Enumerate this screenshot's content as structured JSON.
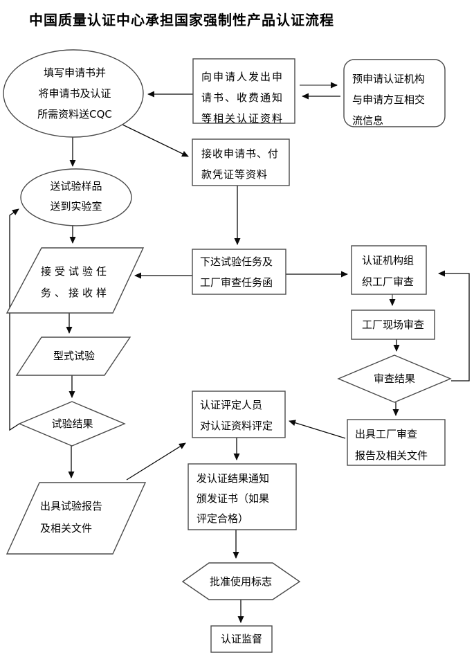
{
  "title": "中国质量认证中心承担国家强制性产品认证流程",
  "colors": {
    "background": "#ffffff",
    "line": "#0a0a0a",
    "gray_line": "#8c8c8c",
    "shape_border": "#4a4a4a",
    "text": "#000000"
  },
  "nodes": {
    "fill_application": {
      "shape": "ellipse",
      "label": "填写申请书并\n将申请书及认证\n所需资料送CQC"
    },
    "send_application": {
      "shape": "rect",
      "label": "向申请人发出申\n请书、收费通知\n等相关认证资料"
    },
    "pre_application": {
      "shape": "rounded-rect",
      "label": "预申请认证机构\n与申请方互相交\n流信息"
    },
    "receive_application": {
      "shape": "rect",
      "label": "接收申请书、付\n款凭证等资料"
    },
    "send_samples": {
      "shape": "ellipse",
      "label": "送试验样品\n送到实验室"
    },
    "issue_tasks": {
      "shape": "rect",
      "label": "下达试验任务及\n工厂审查任务函"
    },
    "accept_tasks": {
      "shape": "parallelogram",
      "label": "接受试验任\n务、接收样"
    },
    "cert_org_audit": {
      "shape": "rect",
      "label": "认证机构组\n织工厂审查"
    },
    "factory_onsite_audit": {
      "shape": "rect",
      "label": "工厂现场审查"
    },
    "type_test": {
      "shape": "parallelogram",
      "label": "型式试验"
    },
    "test_result": {
      "shape": "diamond",
      "label": "试验结果"
    },
    "audit_result": {
      "shape": "diamond",
      "label": "审查结果"
    },
    "cert_evaluation": {
      "shape": "rect",
      "label": "认证评定人员\n对认证资料评定"
    },
    "factory_audit_report": {
      "shape": "rect",
      "label": "出具工厂审查\n报告及相关文件"
    },
    "test_report": {
      "shape": "parallelogram",
      "label": "出具试验报告\n及相关文件"
    },
    "issue_cert_result": {
      "shape": "rect",
      "label": "发认证结果通知\n颁发证书（如果\n评定合格）"
    },
    "approve_mark_use": {
      "shape": "hexagon",
      "label": "批准使用标志"
    },
    "cert_supervision": {
      "shape": "rect",
      "label": "认证监督"
    }
  }
}
